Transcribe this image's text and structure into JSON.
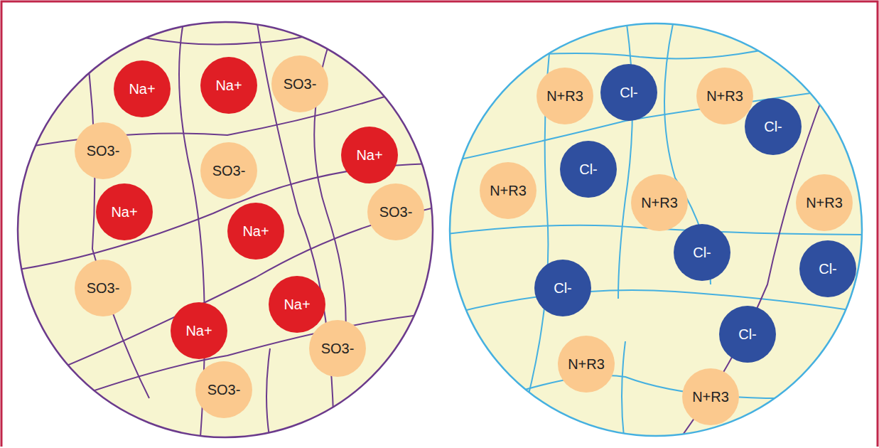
{
  "diagram": {
    "nodes": [
      {
        "text": [
          "Na+"
        ]
      },
      {
        "text": [
          "Na+"
        ]
      },
      {
        "text": [
          "SO3-"
        ]
      },
      {
        "text": [
          "SO3-"
        ]
      },
      {
        "text": [
          "Na+"
        ]
      },
      {
        "text": [
          "SO3-"
        ]
      },
      {
        "text": [
          "Na+"
        ]
      },
      {
        "text": [
          "SO3-"
        ]
      },
      {
        "text": [
          "Na+"
        ]
      },
      {
        "text": [
          "SO3-"
        ]
      },
      {
        "text": [
          "Na+"
        ]
      },
      {
        "text": [
          "Na+"
        ]
      },
      {
        "text": [
          "SO3-"
        ]
      },
      {
        "text": [
          "SO3-"
        ]
      },
      {
        "text": [
          "N+R3"
        ]
      },
      {
        "text": [
          "Cl-"
        ]
      },
      {
        "text": [
          "N+R3"
        ]
      },
      {
        "text": [
          "Cl-"
        ]
      },
      {
        "text": [
          "Cl-"
        ]
      },
      {
        "text": [
          "N+R3"
        ]
      },
      {
        "text": [
          "N+R3"
        ]
      },
      {
        "text": [
          "N+R3"
        ]
      },
      {
        "text": [
          "Cl-"
        ]
      },
      {
        "text": [
          "Cl-"
        ]
      },
      {
        "text": [
          "Cl-"
        ]
      },
      {
        "text": [
          "Cl-"
        ]
      },
      {
        "text": [
          "N+R3"
        ]
      },
      {
        "text": [
          "N+R3"
        ]
      }
    ]
  }
}
